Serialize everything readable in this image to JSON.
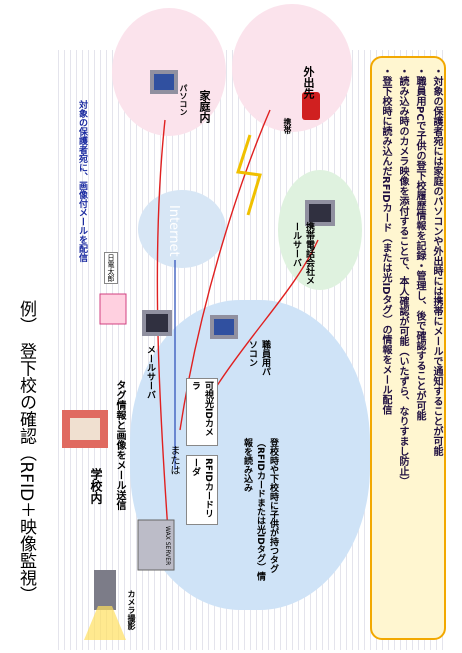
{
  "title": "例）　登下校の確認（RFID＋映像監視）",
  "labels": {
    "school": "学校内",
    "tag_info": "タグ情報と画像をメール送信",
    "mail_server": "メールサーバ",
    "staff_pc": "職員用パソコン",
    "or": "または",
    "rfid_reader": "RFIDカードリーダ",
    "visible_id_camera": "可視光IDカメラ",
    "reading_note": "登校時や下校時に子供が持つタグ（RFIDカードまたは光IDタグ）情報を読み込み",
    "camera": "カメラ撮影",
    "wax_server": "WAX SERVER",
    "internet": "Internet",
    "mobile_mail_server": "携帯電話会社メールサーバ",
    "home": "家庭内",
    "pc": "パソコン",
    "outside": "外出先",
    "mobile": "携帯",
    "mail_to_guardian": "対象の保護者宛に、画像付メールを配信",
    "student_name": "日電太郎"
  },
  "bullets": [
    "登下校時に読み込んだRFIDカード（または光IDタグ）の情報をメール配信",
    "読み込み時のカメラ映像を添付することで、本人確認が可能（いたずら、なりすまし防止）",
    "職員用PCで子供の登下校履歴情報を記録・管理し、後で確認することが可能",
    "対象の保護者宛には家庭のパソコンや外出時には携帯にメールで通知することが可能"
  ],
  "colors": {
    "school_zone": "#cfe3f7",
    "home_zone": "#fbe3ec",
    "outside_zone": "#fbe3ec",
    "mobile_zone": "#dff2df",
    "note_border": "#f2a800",
    "arrow": "#e02020"
  }
}
